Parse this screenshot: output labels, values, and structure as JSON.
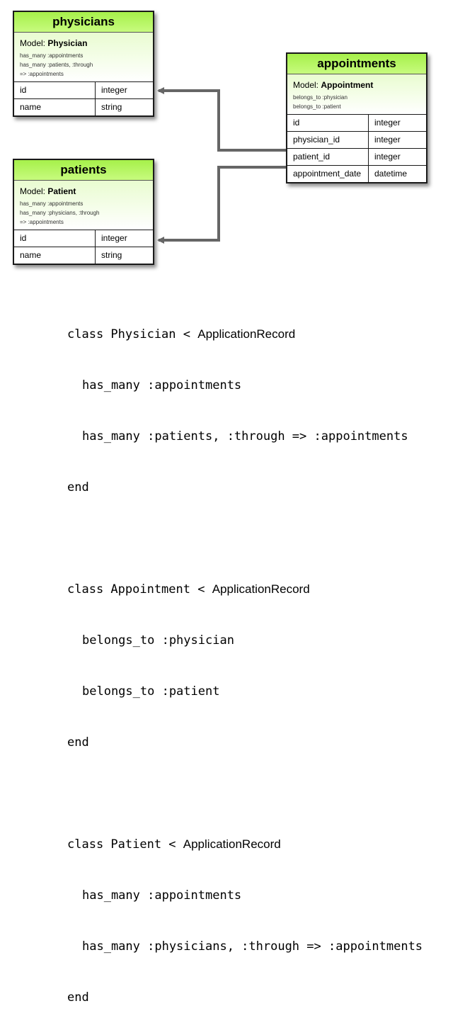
{
  "tables": {
    "physicians": {
      "title": "physicians",
      "model_prefix": "Model:",
      "model_name": "Physician",
      "associations": [
        "has_many :appointments",
        "has_many :patients, :through",
        "=> :appointments"
      ],
      "rows": [
        {
          "name": "id",
          "type": "integer"
        },
        {
          "name": "name",
          "type": "string"
        }
      ]
    },
    "patients": {
      "title": "patients",
      "model_prefix": "Model:",
      "model_name": "Patient",
      "associations": [
        "has_many :appointments",
        "has_many :physicians, :through",
        "=> :appointments"
      ],
      "rows": [
        {
          "name": "id",
          "type": "integer"
        },
        {
          "name": "name",
          "type": "string"
        }
      ]
    },
    "appointments": {
      "title": "appointments",
      "model_prefix": "Model:",
      "model_name": "Appointment",
      "associations": [
        "belongs_to :physician",
        "belongs_to :patient"
      ],
      "rows": [
        {
          "name": "id",
          "type": "integer"
        },
        {
          "name": "physician_id",
          "type": "integer"
        },
        {
          "name": "patient_id",
          "type": "integer"
        },
        {
          "name": "appointment_date",
          "type": "datetime"
        }
      ]
    }
  },
  "code": {
    "physician": {
      "decl": "class Physician < ",
      "base": "ApplicationRecord",
      "lines": [
        "has_many :appointments",
        "has_many :patients, :through => :appointments"
      ],
      "end": "end"
    },
    "appointment": {
      "decl": "class Appointment < ",
      "base": "ApplicationRecord",
      "lines": [
        "belongs_to :physician",
        "belongs_to :patient"
      ],
      "end": "end"
    },
    "patient": {
      "decl": "class Patient < ",
      "base": "ApplicationRecord",
      "lines": [
        "has_many :appointments",
        "has_many :physicians, :through => :appointments"
      ],
      "end": "end"
    }
  },
  "colors": {
    "header_green": "#a6f04a",
    "arrow_gray": "#666666"
  }
}
